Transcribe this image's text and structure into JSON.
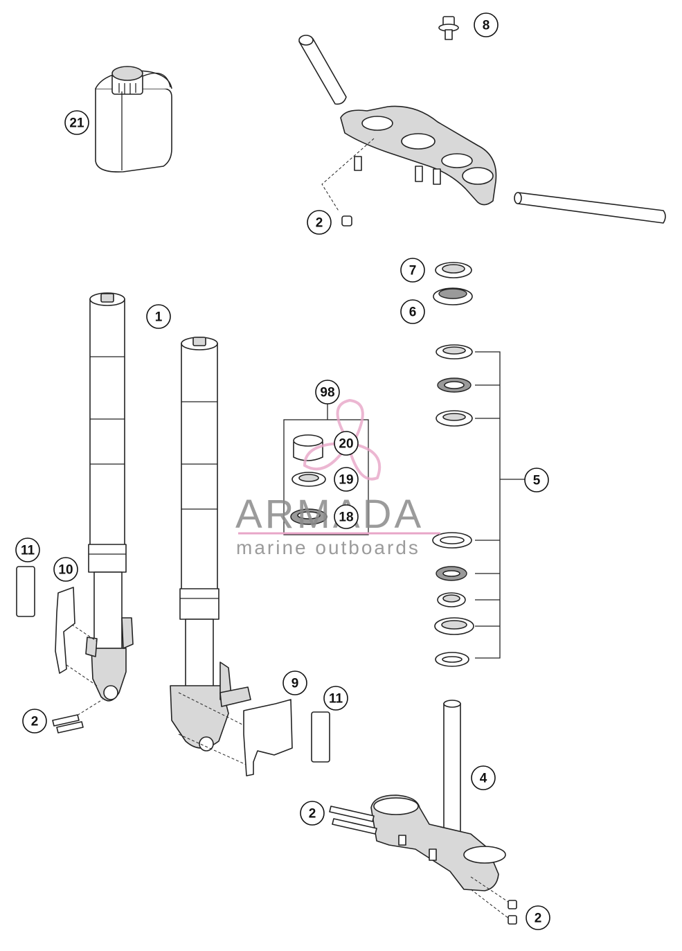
{
  "watermark": {
    "title": "ARMADA",
    "subtitle": "marine outboards",
    "accent_color": "#e8a6c8",
    "text_color": "#8a8a8a"
  },
  "labels": {
    "l8": "8",
    "l21": "21",
    "l2_top": "2",
    "l7": "7",
    "l6": "6",
    "l1": "1",
    "l98": "98",
    "l20": "20",
    "l19": "19",
    "l18": "18",
    "l5": "5",
    "l11_left": "11",
    "l10": "10",
    "l2_left": "2",
    "l9": "9",
    "l11_mid": "11",
    "l4": "4",
    "l2_bottom_left": "2",
    "l2_bottom_right": "2"
  }
}
